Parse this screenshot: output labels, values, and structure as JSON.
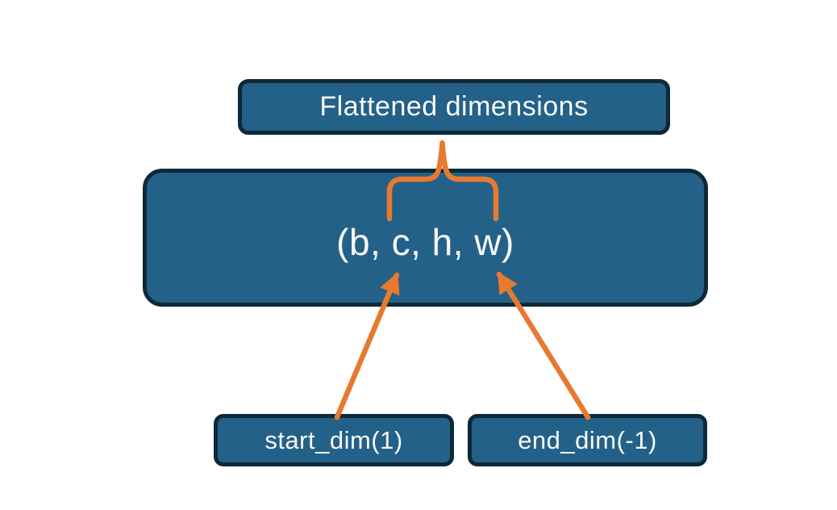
{
  "diagram": {
    "title_box": {
      "label": "Flattened dimensions"
    },
    "tensor_box": {
      "label": "(b, c, h, w)"
    },
    "start_box": {
      "label": "start_dim(1)"
    },
    "end_box": {
      "label": "end_dim(-1)"
    },
    "icons": {
      "brace": "overbrace-with-stem",
      "arrows": "up-arrows-from-dim-boxes"
    }
  },
  "colors": {
    "box_fill": "#236189",
    "box_border": "#0e2937",
    "accent_orange": "#e77a30",
    "text_color": "#faf9f6",
    "background": "#ffffff"
  }
}
